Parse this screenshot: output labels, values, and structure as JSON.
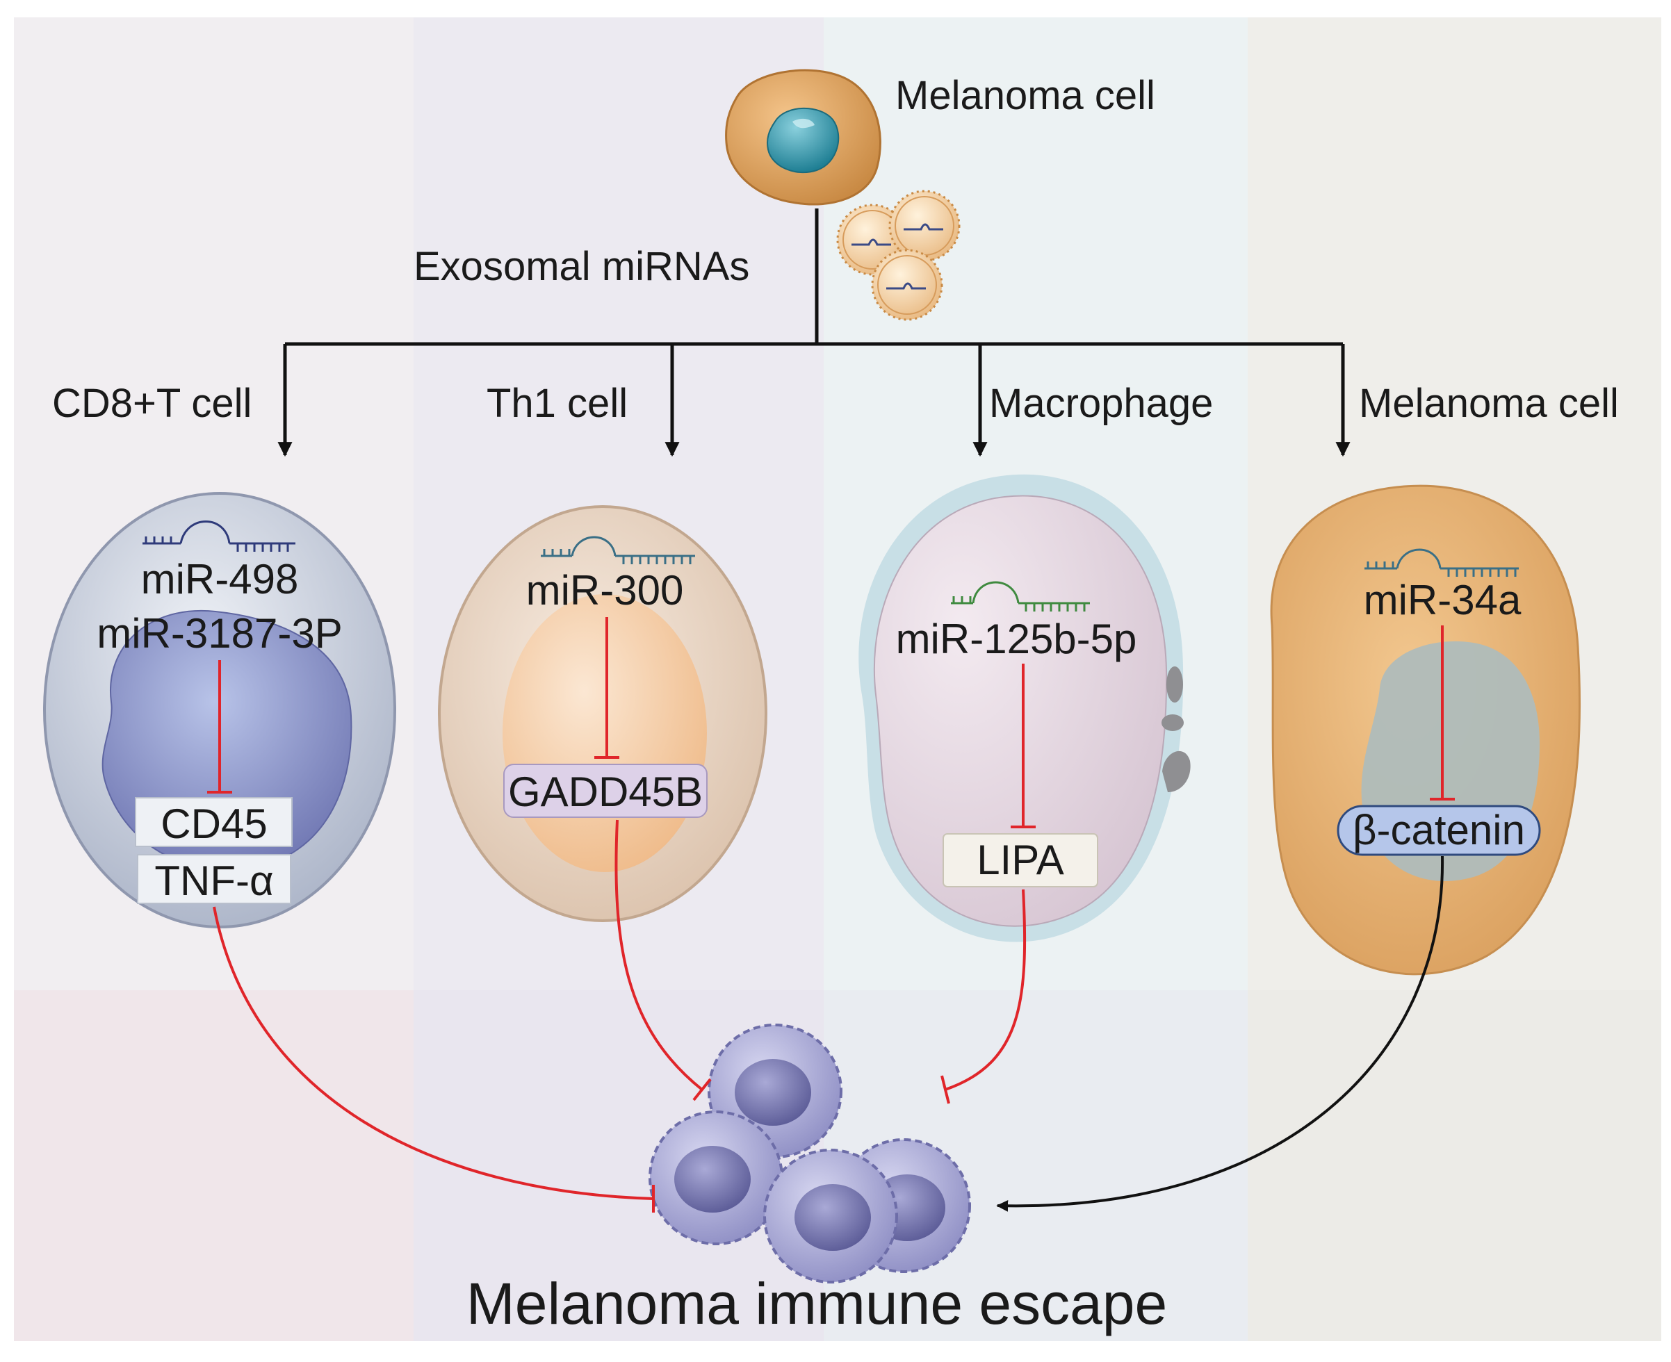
{
  "source": {
    "label": "Melanoma cell",
    "carrier_label": "Exosomal miRNAs"
  },
  "targets": [
    {
      "cell": "CD8+T cell",
      "mirnas": [
        "miR-498",
        "miR-3187-3P"
      ],
      "genes": [
        "CD45",
        "TNF-α"
      ],
      "effect": "inhibit"
    },
    {
      "cell": "Th1 cell",
      "mirnas": [
        "miR-300"
      ],
      "genes": [
        "GADD45B"
      ],
      "effect": "inhibit"
    },
    {
      "cell": "Macrophage",
      "mirnas": [
        "miR-125b-5p"
      ],
      "genes": [
        "LIPA"
      ],
      "effect": "inhibit"
    },
    {
      "cell": "Melanoma cell",
      "mirnas": [
        "miR-34a"
      ],
      "genes": [
        "β-catenin"
      ],
      "effect": "promote"
    }
  ],
  "outcome": "Melanoma immune escape",
  "colors": {
    "inhibit": "#e0252a",
    "promote": "#111111",
    "melanoma_cell": "#e1aa6a",
    "nucleus": "#3a9ab0",
    "tcell_nucleus": "#7f86c0",
    "macrophage": "#e2d3dd"
  }
}
